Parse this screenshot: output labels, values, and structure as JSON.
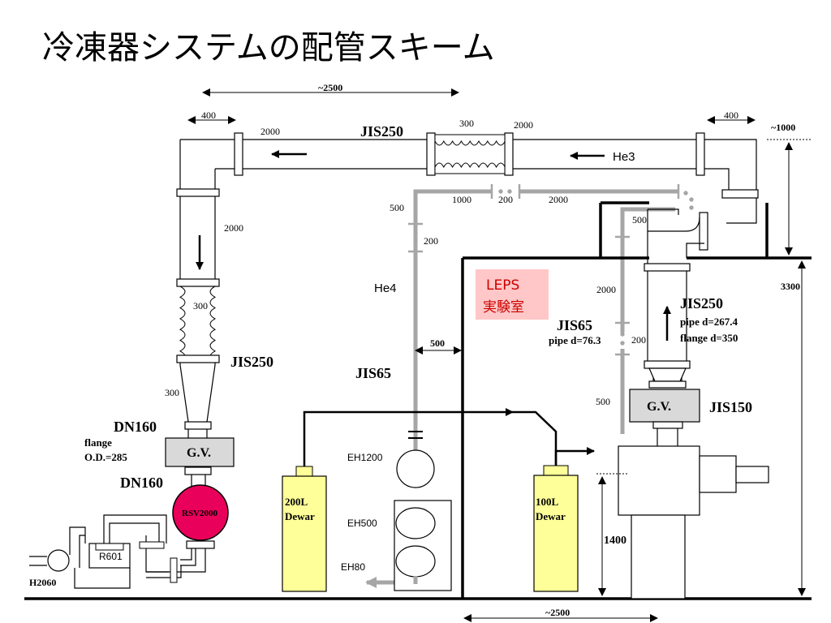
{
  "title": "冷凍器システムの配管スキーム",
  "colors": {
    "pipe_gray": "#a6a6a6",
    "rsv": "#e8005a",
    "dewar": "#ffff99",
    "gv_box": "#d9d9d9",
    "leps_bg": "#ffc7c7"
  },
  "dims": {
    "top_span": "~2500",
    "bottom_span": "~2500",
    "flange_left": "400",
    "flange_right": "400",
    "pipe_top_left": "2000",
    "pipe_top_right": "2000",
    "bellows_top": "300",
    "right_height": "~1000",
    "room_height": "3300",
    "left_vertical": "2000",
    "bellows_left": "300",
    "cone_left": "300",
    "he4_1000": "1000",
    "he4_200a": "200",
    "he4_2000": "2000",
    "he4_500": "500",
    "he4_200b": "200",
    "gap_500": "500",
    "right_gray_500a": "500",
    "right_gray_2000": "2000",
    "right_gray_200": "200",
    "right_gray_500b": "500",
    "detector_1400": "1400"
  },
  "labels": {
    "jis250_top": "JIS250",
    "he3": "He3",
    "jis250_left": "JIS250",
    "dn160_top": "DN160",
    "flange_note_1": "flange",
    "flange_note_2": "O.D.=285",
    "gv_left": "G.V.",
    "dn160_bottom": "DN160",
    "rsv": "RSV2000",
    "r601": "R601",
    "h2060": "H2060",
    "he4": "He4",
    "jis65_left": "JIS65",
    "leps_1": "LEPS",
    "leps_2": "実験室",
    "jis65_right": "JIS65",
    "jis65_pipe": "pipe d=76.3",
    "jis250_right": "JIS250",
    "pipe_d": "pipe d=267.4",
    "flange_d": "flange d=350",
    "gv_right": "G.V.",
    "jis150": "JIS150",
    "eh1200": "EH1200",
    "eh500": "EH500",
    "eh80": "EH80",
    "dewar200_1": "200L",
    "dewar200_2": "Dewar",
    "dewar100_1": "100L",
    "dewar100_2": "Dewar"
  }
}
